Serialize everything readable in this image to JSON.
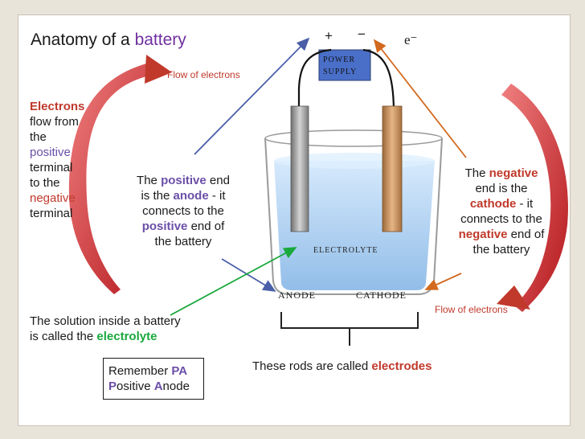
{
  "title": {
    "prefix": "Anatomy of a ",
    "word": "battery"
  },
  "flow_top": "Flow of electrons",
  "flow_bottom": "Flow of electrons",
  "power_supply": {
    "line1": "Power",
    "line2": "Supply"
  },
  "battery_symbols": {
    "plus": "+",
    "minus": "−",
    "electron": "e⁻"
  },
  "electrolyte_label": "Electrolyte",
  "anode_label": "Anode",
  "cathode_label": "Cathode",
  "left_note": {
    "l1": "Electrons",
    "l2": "flow from",
    "l3": "the",
    "l4": "positive",
    "l5": "terminal",
    "l6": "to the",
    "l7": "negative",
    "l8": "terminal"
  },
  "anode_note": {
    "a": "The ",
    "b": "positive",
    "c": " end",
    "d": "is the ",
    "e": "anode",
    "f": " - it",
    "g": "connects to the",
    "h": "positive",
    "i": " end of",
    "j": "the battery"
  },
  "cathode_note": {
    "a": "The ",
    "b": "negative",
    "c": "end is the",
    "d": "cathode",
    "e": " - it",
    "f": "connects to the",
    "g": "negative",
    "h": " end of",
    "i": "the battery"
  },
  "electrolyte_note": {
    "l1": "The solution inside a battery",
    "l2a": "is called the ",
    "l2b": "electrolyte"
  },
  "remember": {
    "a": "Remember ",
    "b": "PA",
    "c": "P",
    "d": "ositive ",
    "e": "A",
    "f": "node"
  },
  "electrodes_note": {
    "a": "These rods are called ",
    "b": "electrodes"
  }
}
